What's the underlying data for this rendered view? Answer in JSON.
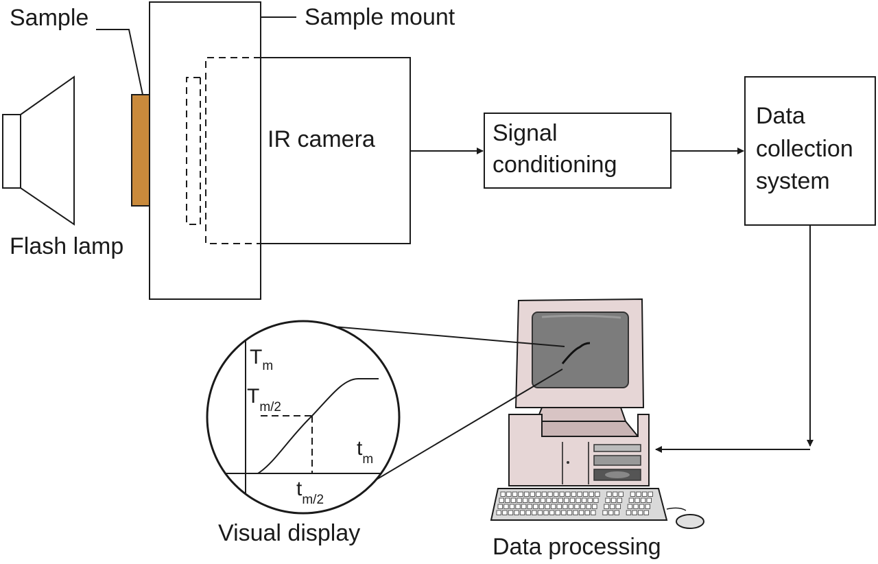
{
  "labels": {
    "sample": "Sample",
    "sample_mount": "Sample mount",
    "flash_lamp": "Flash lamp",
    "ir_camera": "IR camera",
    "signal_conditioning": [
      "Signal",
      "conditioning"
    ],
    "data_collection": [
      "Data",
      "collection",
      "system"
    ],
    "visual_display": "Visual display",
    "data_processing": "Data processing"
  },
  "plot_labels": {
    "t_upper_base": "T",
    "t_upper_sub": "m",
    "t_half_base": "T",
    "t_half_sub": "m/2",
    "tm_base": "t",
    "tm_sub": "m",
    "tm2_base": "t",
    "tm2_sub": "m/2"
  },
  "colors": {
    "sample_fill": "#c98a3c",
    "line": "#1a1a1a",
    "monitor_case": "#e6d6d6",
    "screen": "#7c7c7c",
    "keyboard": "#d9d9d9"
  }
}
